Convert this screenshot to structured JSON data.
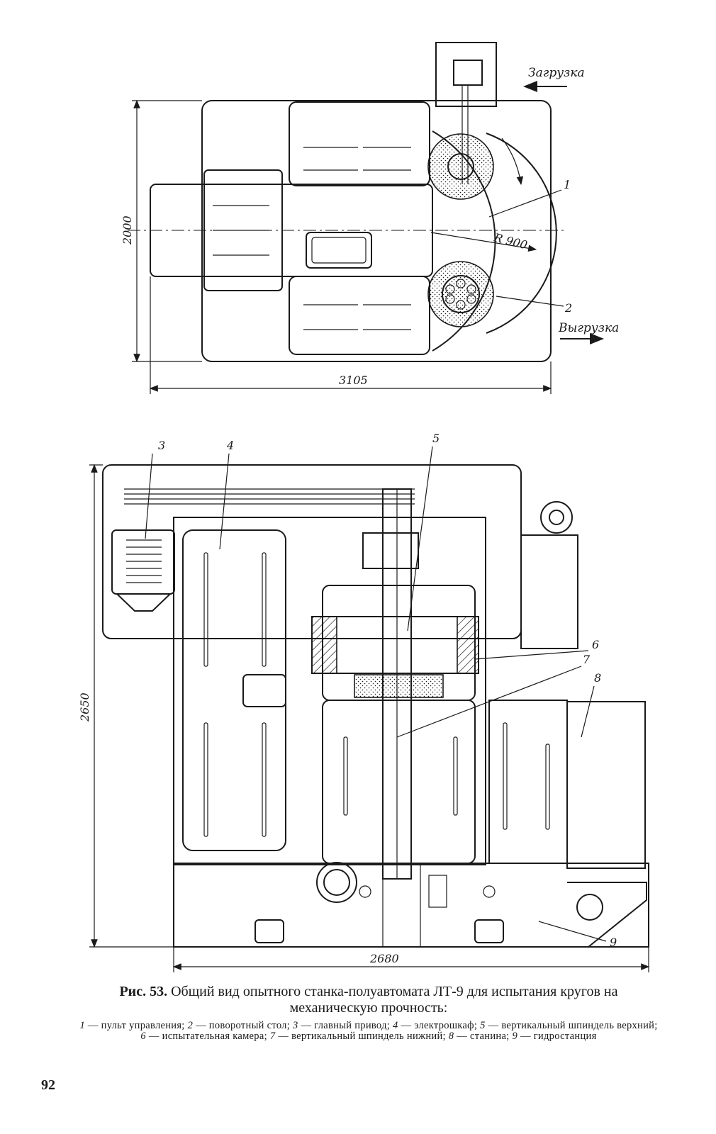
{
  "top_view": {
    "label_loading": "Загрузка",
    "label_unloading": "Выгрузка",
    "dim_height": "2000",
    "dim_width": "3105",
    "radius_label": "R 900",
    "callout_1": "1",
    "callout_2": "2"
  },
  "front_view": {
    "callout_3": "3",
    "callout_4": "4",
    "callout_5": "5",
    "callout_6": "6",
    "callout_7": "7",
    "callout_8": "8",
    "callout_9": "9",
    "dim_height": "2650",
    "dim_width": "2680"
  },
  "caption": {
    "figure_label": "Рис. 53.",
    "title": "Общий вид опытного станка-полуавтомата ЛТ-9 для испытания кругов на механическую прочность:",
    "legend": [
      {
        "num": "1",
        "text": "пульт управления;"
      },
      {
        "num": "2",
        "text": "поворотный стол;"
      },
      {
        "num": "3",
        "text": "главный привод;"
      },
      {
        "num": "4",
        "text": "электрошкаф;"
      },
      {
        "num": "5",
        "text": "вертикальный шпиндель верхний;"
      },
      {
        "num": "6",
        "text": "испытательная камера;"
      },
      {
        "num": "7",
        "text": "вертикальный шпиндель нижний;"
      },
      {
        "num": "8",
        "text": "станина;"
      },
      {
        "num": "9",
        "text": "гидростанция"
      }
    ]
  },
  "page_number": "92"
}
